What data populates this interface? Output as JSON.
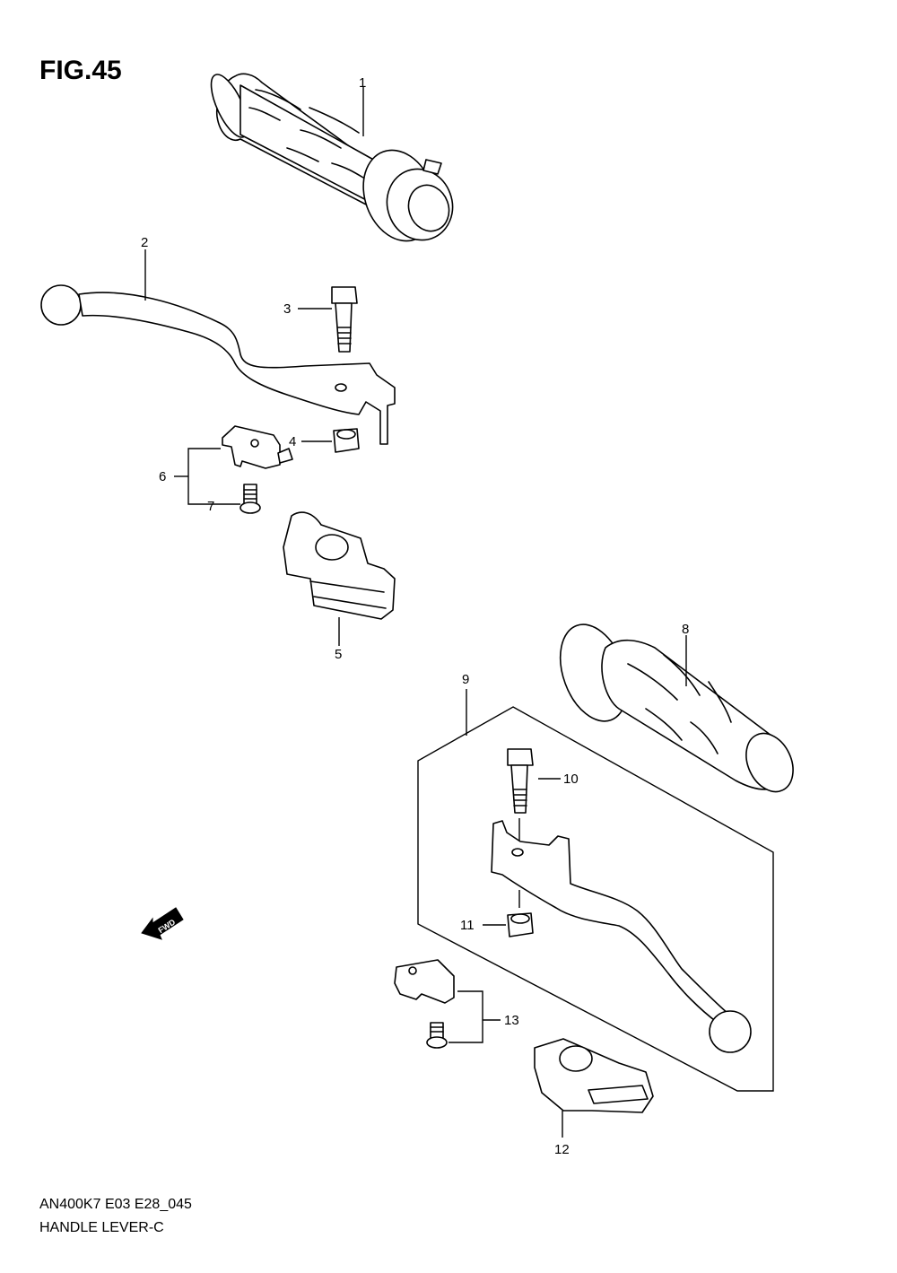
{
  "figure": {
    "title": "FIG.45",
    "model_code": "AN400K7 E03 E28_045",
    "group_name": "HANDLE LEVER-C"
  },
  "callouts": {
    "c1": "1",
    "c2": "2",
    "c3": "3",
    "c4": "4",
    "c5": "5",
    "c6": "6",
    "c7": "7",
    "c8": "8",
    "c9": "9",
    "c10": "10",
    "c11": "11",
    "c12": "12",
    "c13": "13"
  },
  "direction_marker": {
    "label": "FWD",
    "icon": "fwd-arrow-icon"
  }
}
